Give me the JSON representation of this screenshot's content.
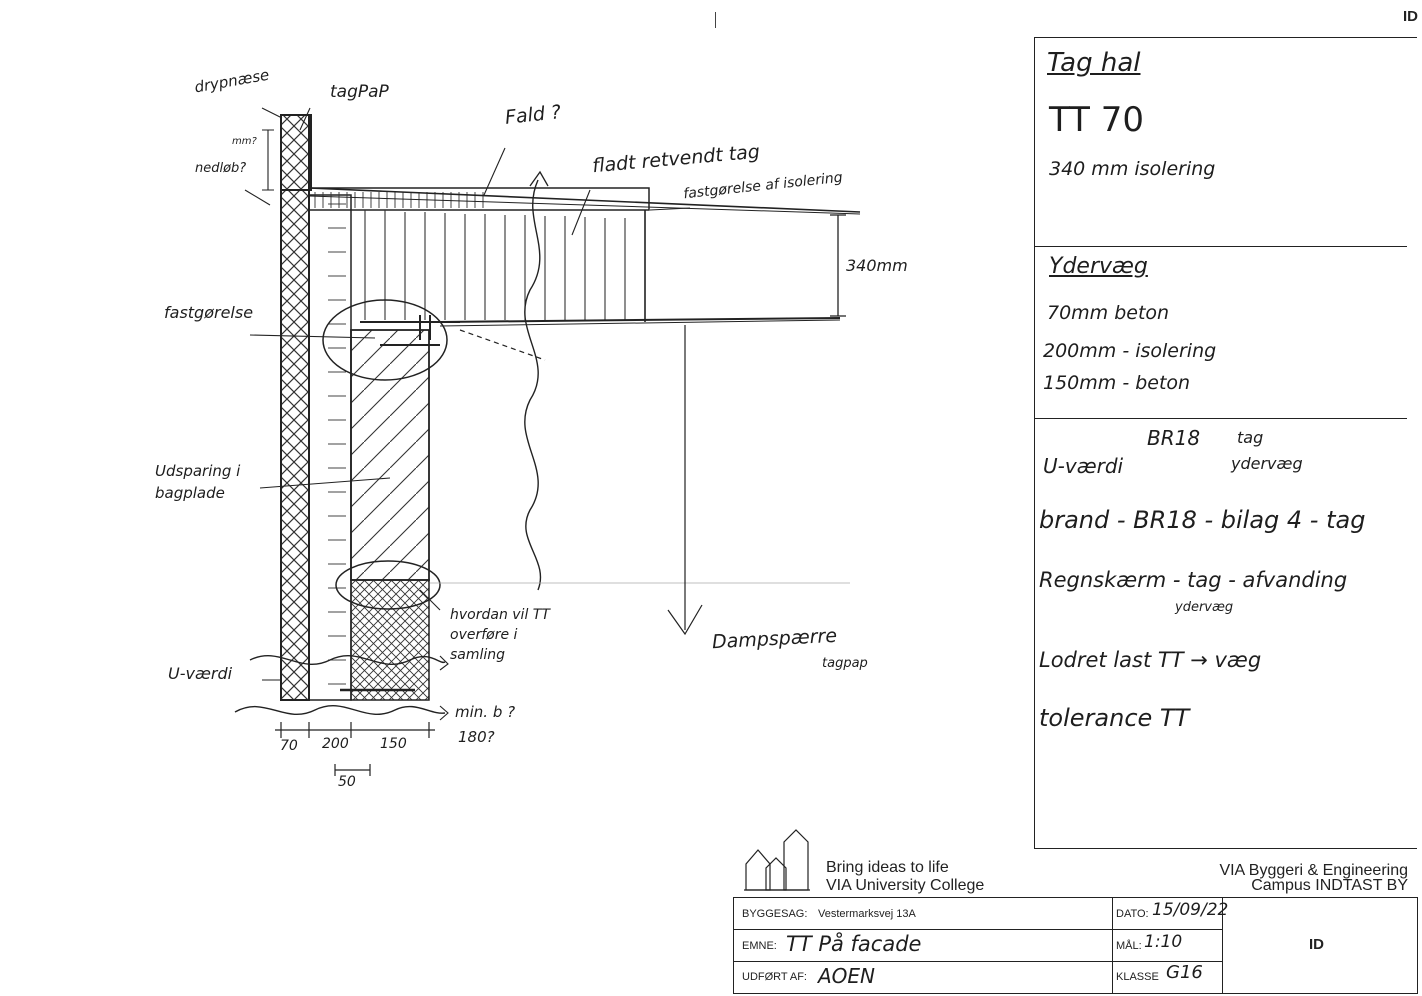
{
  "corner_mark": "ID",
  "sketch": {
    "labels": {
      "drypnaese": "drypnæse",
      "tagpap": "tagPaP",
      "mm": "mm?",
      "nedlob": "nedløb?",
      "fald": "Fald ?",
      "fladt_tag": "fladt retvendt tag",
      "fastgorelse_isolering": "fastgørelse af isolering",
      "height_340": "340mm",
      "fastgorelse": "fastgørelse",
      "udsparing": "Udsparing i bagplade",
      "hvordan": "hvordan vil TT overføre i samling",
      "uvardi": "U-værdi",
      "min_b": "min. b ?",
      "dim_180": "180?",
      "dampsparre": "Dampspærre",
      "tagpap2": "tagpap",
      "dim_70": "70",
      "dim_200": "200",
      "dim_150": "150",
      "dim_50": "50"
    }
  },
  "notes": {
    "roof_title": "Tag hal",
    "roof_type": "TT 70",
    "roof_insulation": "340 mm isolering",
    "wall_title": "Ydervæg",
    "wall_lines": [
      "70mm beton",
      "200mm - isolering",
      "150mm - beton"
    ],
    "checks": {
      "uvardi": "U-værdi",
      "br18": "BR18",
      "br18_tag": "tag",
      "br18_ydervaeg": "ydervæg",
      "brand": "brand - BR18 - bilag 4 - tag",
      "regnskaerm": "Regnskærm - tag - afvanding",
      "regnskaerm_sub": "ydervæg",
      "lodret": "Lodret last TT → væg",
      "tolerance": "tolerance TT"
    }
  },
  "logo": {
    "line1": "Bring ideas to life",
    "line2": "VIA University College"
  },
  "institution": {
    "line1": "VIA Byggeri & Engineering",
    "line2": "Campus INDTAST BY"
  },
  "title_block": {
    "byggesag_label": "BYGGESAG:",
    "byggesag_value": "Vestermarksvej 13A",
    "emne_label": "EMNE:",
    "emne_value": "TT På facade",
    "udfort_label": "UDFØRT AF:",
    "udfort_value": "AOEN",
    "dato_label": "DATO:",
    "dato_value": "15/09/22",
    "mal_label": "MÅL:",
    "mal_value": "1:10",
    "klasse_label": "KLASSE",
    "klasse_value": "G16",
    "id": "ID"
  }
}
